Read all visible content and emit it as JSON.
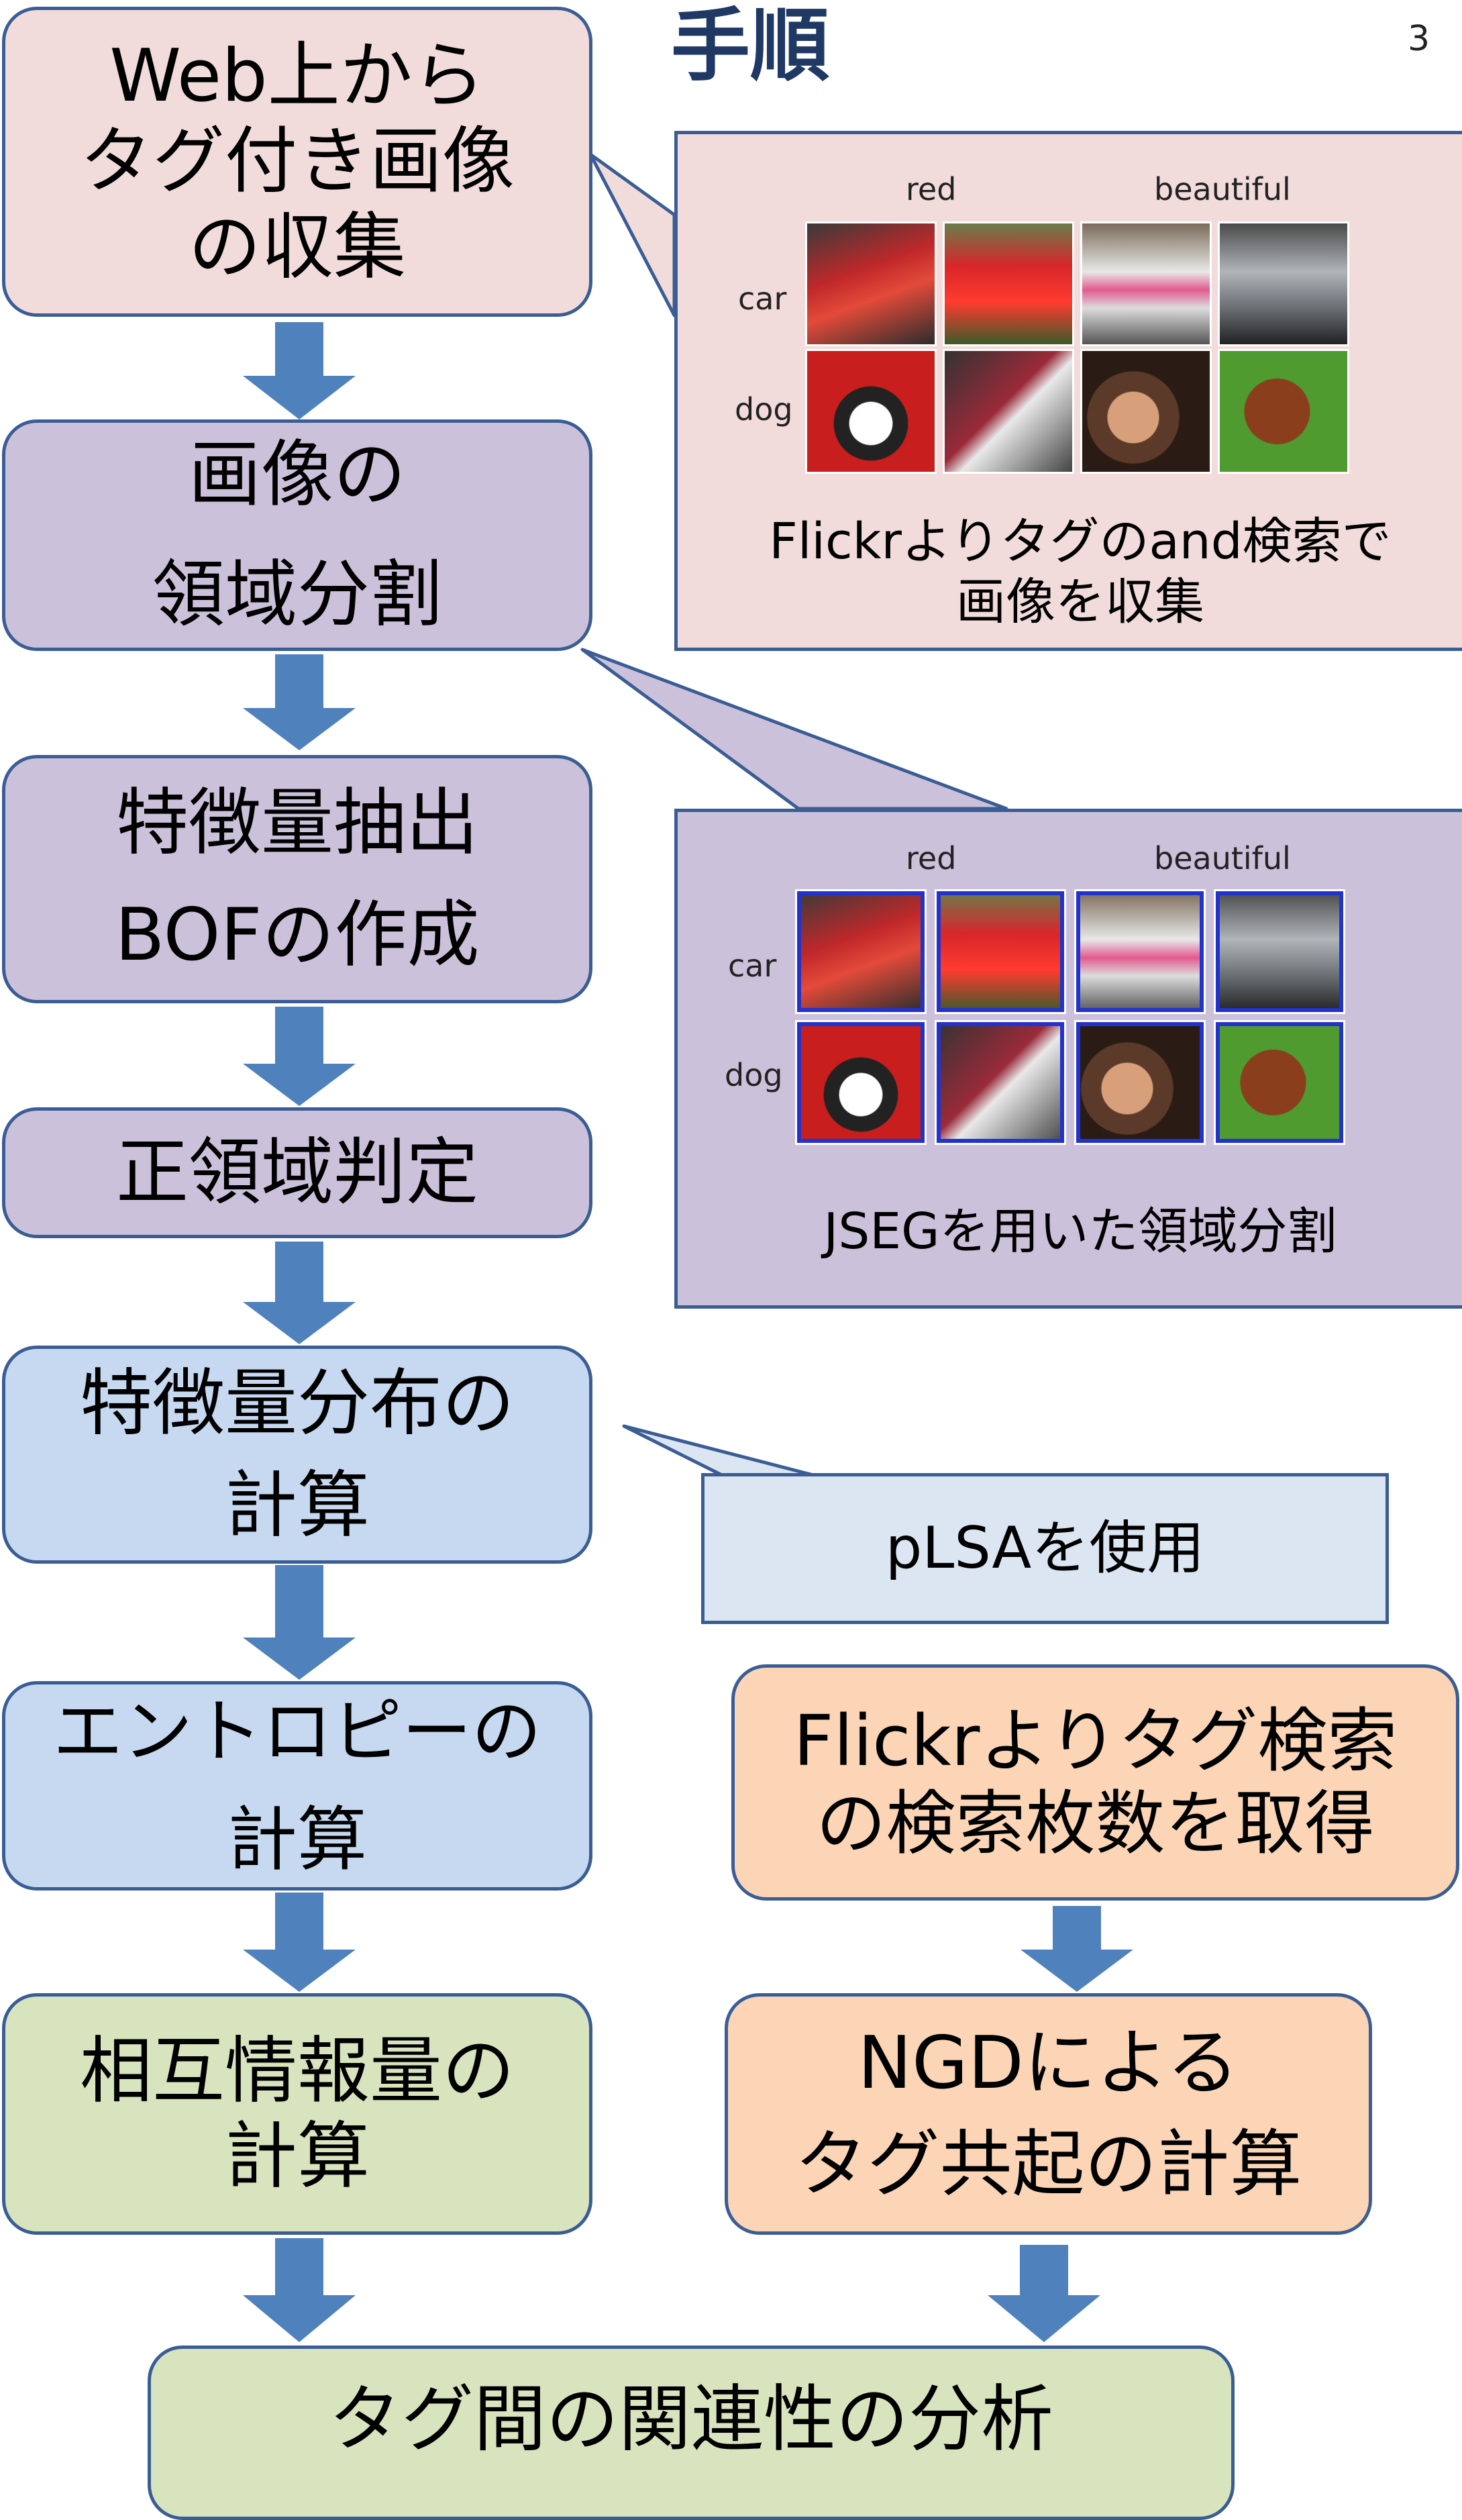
{
  "title": "手順",
  "page_number": "3",
  "flow_left": [
    {
      "text": "Web上から\nタグ付き画像\nの収集",
      "color": "pink"
    },
    {
      "text": "画像の\n領域分割",
      "color": "purple"
    },
    {
      "text": "特徴量抽出\nBOFの作成",
      "color": "purple"
    },
    {
      "text": "正領域判定",
      "color": "purple"
    },
    {
      "text": "特徴量分布の\n計算",
      "color": "blue"
    },
    {
      "text": "エントロピーの\n計算",
      "color": "blue"
    },
    {
      "text": "相互情報量の\n計算",
      "color": "green"
    }
  ],
  "flow_right": [
    {
      "text": "Flickrよりタグ検索\nの検索枚数を取得",
      "color": "orange"
    },
    {
      "text": "NGDによる\nタグ共起の計算",
      "color": "orange"
    }
  ],
  "final": {
    "text": "タグ間の関連性の分析",
    "color": "green"
  },
  "callouts": {
    "collection": {
      "col_labels": [
        "red",
        "beautiful"
      ],
      "row_labels": [
        "car",
        "dog"
      ],
      "caption": "Flickrよりタグのand検索で\n画像を収集"
    },
    "segmentation": {
      "col_labels": [
        "red",
        "beautiful"
      ],
      "row_labels": [
        "car",
        "dog"
      ],
      "caption": "JSEGを用いた領域分割"
    },
    "plsa": {
      "caption": "pLSAを使用"
    }
  },
  "colors": {
    "border": "#3a5d94",
    "arrow": "#4f81bd",
    "pink": "#f2dcdb",
    "purple": "#ccc1da",
    "blue": "#c6d9f1",
    "green": "#d7e4bd",
    "orange": "#fbd5b5",
    "car_tiles": [
      "#c0282a",
      "#d8262a",
      "#d9d9d9",
      "#7a7f84"
    ],
    "dog_tiles": [
      "#c81e1e",
      "#9a2a3a",
      "#5b3a2a",
      "#4f9b2f"
    ]
  }
}
